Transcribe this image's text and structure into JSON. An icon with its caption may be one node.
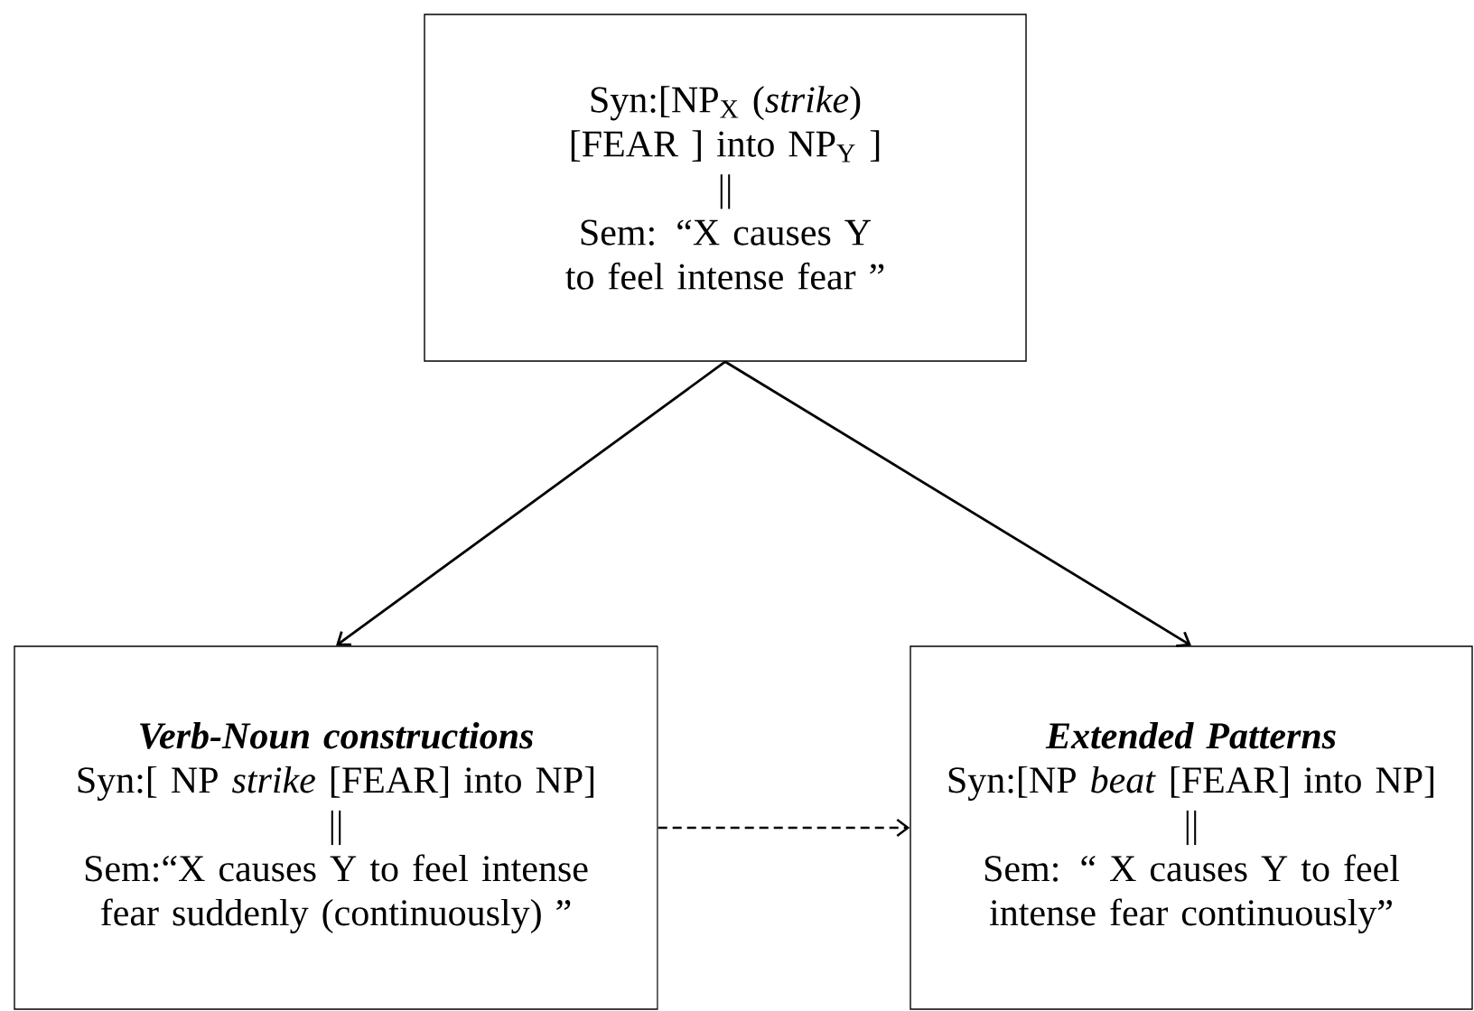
{
  "diagram": {
    "nodes": [
      {
        "text": [
          "Syn:[NP$_{X}$ (*strike*) [FEAR ] into NP$_{Y}$ ]",
          "||",
          "Sem: “X causes Y to feel intense fear ”"
        ]
      },
      {
        "text": [
          "Verb-Noun constructions",
          "Syn:[ NP *strike* [FEAR] into NP]",
          "||",
          "Sem:“X causes Y to feel intense fear suddenly (continuously) ”"
        ]
      },
      {
        "text": [
          "Extended Patterns",
          "Syn:[NP *beat* [FEAR] into NP]",
          "||",
          "Sem: “ X causes Y to feel intense fear continuously”"
        ]
      }
    ],
    "edges": [
      {
        "from": 0,
        "to": 1,
        "arrow": "to"
      },
      {
        "from": 0,
        "to": 2,
        "arrow": "to"
      },
      {
        "from": 1,
        "to": 2,
        "arrow": "to",
        "style": "dashed"
      }
    ]
  }
}
